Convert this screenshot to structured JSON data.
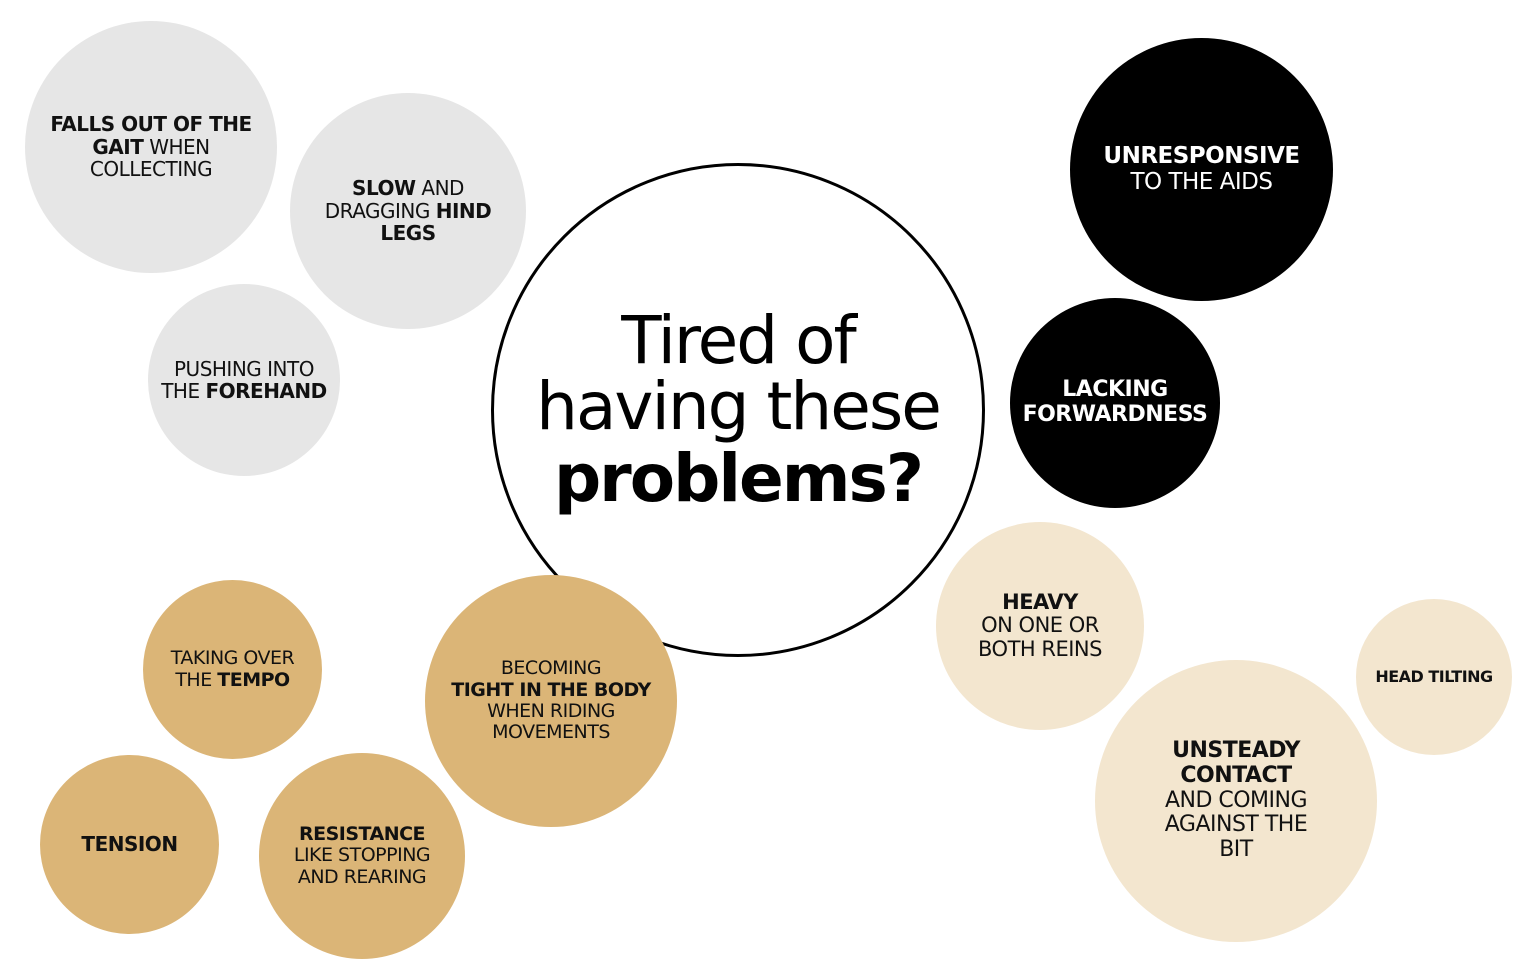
{
  "center": {
    "line1": "Tired of",
    "line2": "having these",
    "line3": "problems?"
  },
  "colors": {
    "grey": "#e6e6e6",
    "black": "#000000",
    "gold": "#dbb577",
    "cream": "#f3e6cf"
  },
  "bubbles": {
    "falls_out": {
      "b1": "FALLS OUT OF THE",
      "b2": "GAIT",
      "r2": " WHEN",
      "r3": "COLLECTING"
    },
    "slow_dragging": {
      "b1": "SLOW",
      "r1": " AND",
      "r2": "DRAGGING ",
      "b2": "HIND",
      "b3": "LEGS"
    },
    "pushing": {
      "r1": "PUSHING INTO",
      "r2": "THE ",
      "b2": "FOREHAND"
    },
    "unresponsive": {
      "b1": "UNRESPONSIVE",
      "r2": "TO THE AIDS"
    },
    "lacking": {
      "b1": "LACKING",
      "b2": "FORWARDNESS"
    },
    "taking_over": {
      "r1": "TAKING OVER",
      "r2": "THE ",
      "b2": "TEMPO"
    },
    "becoming": {
      "r1": "BECOMING",
      "b2": "TIGHT IN THE BODY",
      "r3": "WHEN RIDING",
      "r4": "MOVEMENTS"
    },
    "tension": {
      "b1": "TENSION"
    },
    "resistance": {
      "b1": "RESISTANCE",
      "r2": "LIKE STOPPING",
      "r3": "AND REARING"
    },
    "heavy": {
      "b1": "HEAVY",
      "r2": "ON ONE OR",
      "r3": "BOTH REINS"
    },
    "head_tilting": {
      "b1": "HEAD TILTING"
    },
    "unsteady": {
      "b1": "UNSTEADY",
      "b2": "CONTACT",
      "r3": "AND COMING",
      "r4": "AGAINST THE",
      "r5": "BIT"
    }
  }
}
